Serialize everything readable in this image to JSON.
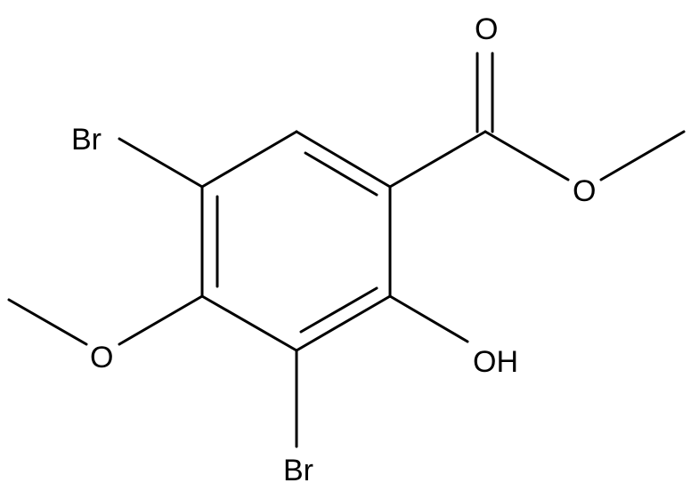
{
  "atoms": {
    "br_top": "Br",
    "br_bottom": "Br",
    "carbonyl_o": "O",
    "ester_o": "O",
    "methoxy_o": "O",
    "hydroxyl": "OH"
  }
}
